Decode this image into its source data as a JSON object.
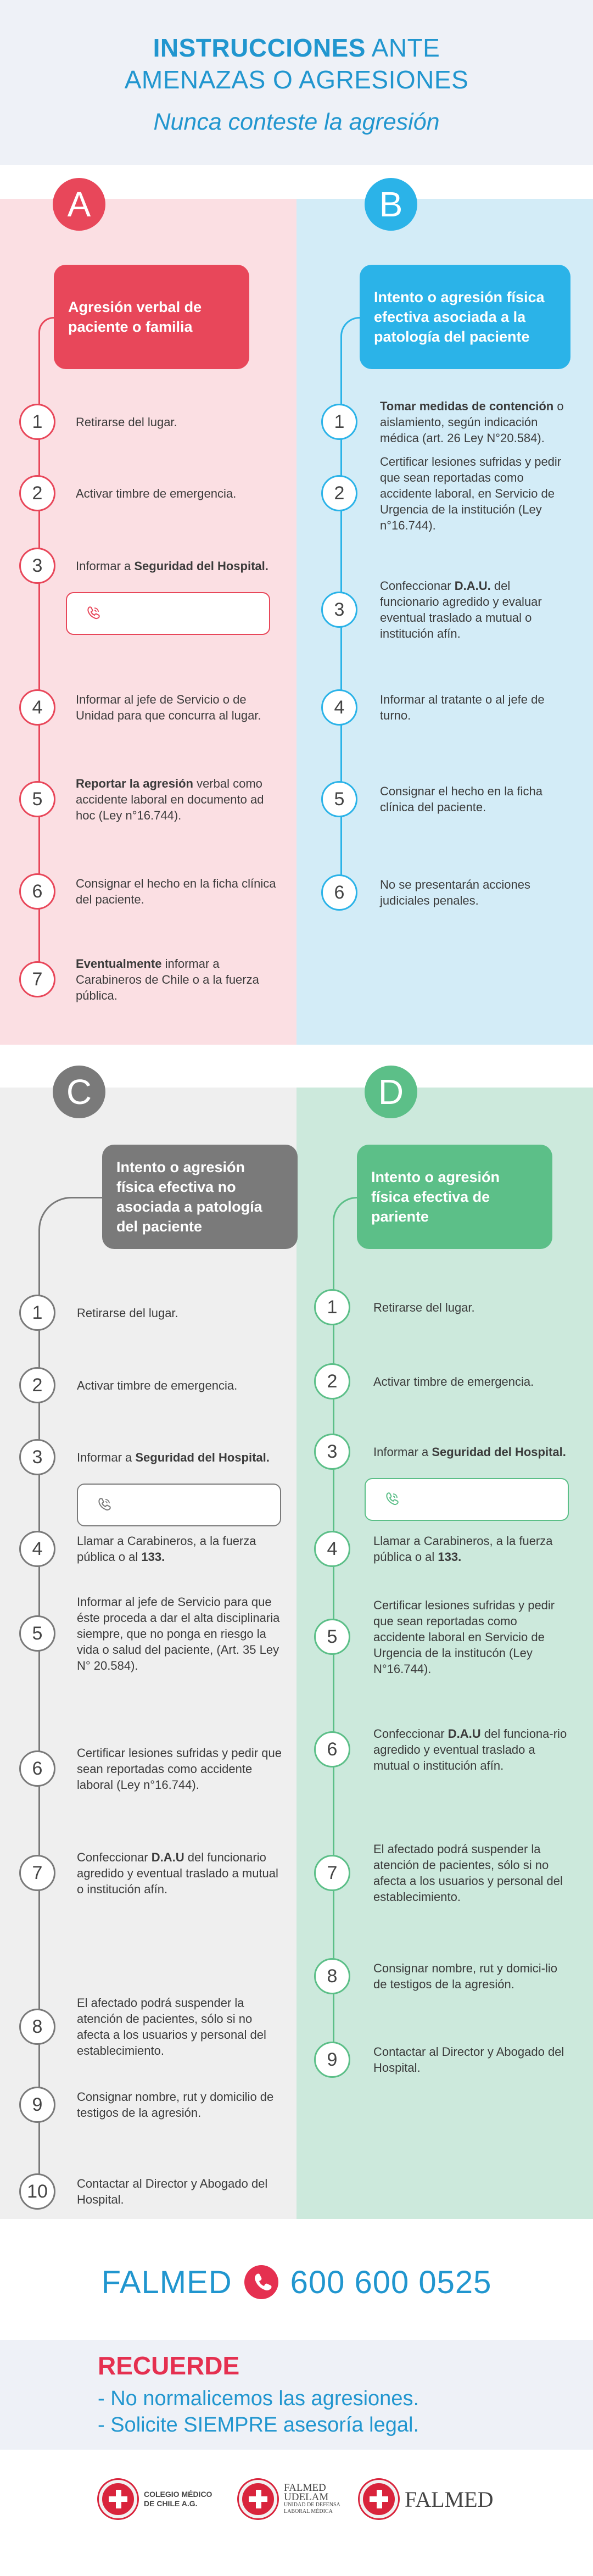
{
  "header": {
    "title_bold": "INSTRUCCIONES",
    "title_rest": " ANTE",
    "title_line2": "AMENAZAS O AGRESIONES",
    "subtitle": "Nunca conteste la agresión"
  },
  "colors": {
    "blue": "#2196cf",
    "red": "#e53050",
    "panel_a": "#fbdfe3",
    "panel_b": "#d3ecf7",
    "panel_c": "#efefef",
    "panel_d": "#cce9dc",
    "badge_a": "#e8475a",
    "badge_b": "#2bb3e8",
    "badge_c": "#7a7a7a",
    "badge_d": "#5cbf88"
  },
  "sections": {
    "a": {
      "letter": "A",
      "title": "Agresión verbal de paciente o familia",
      "steps": [
        {
          "n": "1",
          "text": "Retirarse del lugar."
        },
        {
          "n": "2",
          "text": "Activar timbre de emergencia."
        },
        {
          "n": "3",
          "pre": "Informar a ",
          "bold": "Seguridad del Hospital."
        },
        {
          "n": "4",
          "text": "Informar al jefe de Servicio o de Unidad para que concurra al lugar."
        },
        {
          "n": "5",
          "bold": "Reportar la agresión",
          "post": " verbal como accidente laboral en documento ad hoc (Ley n°16.744)."
        },
        {
          "n": "6",
          "text": "Consignar el hecho en la ficha clínica del paciente."
        },
        {
          "n": "7",
          "bold": "Eventualmente",
          "post": " informar a Carabineros de Chile o a la fuerza pública."
        }
      ]
    },
    "b": {
      "letter": "B",
      "title": "Intento o agresión física efectiva asociada a la patología del paciente",
      "steps": [
        {
          "n": "1",
          "bold": "Tomar medidas de contención",
          "post": " o aislamiento, según indicación médica (art. 26 Ley N°20.584)."
        },
        {
          "n": "2",
          "text": "Certificar lesiones sufridas y pedir que sean reportadas como accidente laboral, en Servicio de Urgencia de la institución (Ley n°16.744)."
        },
        {
          "n": "3",
          "pre": "Confeccionar ",
          "bold": "D.A.U.",
          "post": " del funcionario agredido y evaluar eventual traslado a mutual o institución afín."
        },
        {
          "n": "4",
          "text": "Informar al tratante o al jefe de turno."
        },
        {
          "n": "5",
          "text": "Consignar el hecho en la ficha clínica del paciente."
        },
        {
          "n": "6",
          "text": "No se presentarán acciones judiciales penales."
        }
      ]
    },
    "c": {
      "letter": "C",
      "title": "Intento o agresión física efectiva no asociada a patología del paciente",
      "steps": [
        {
          "n": "1",
          "text": "Retirarse del lugar."
        },
        {
          "n": "2",
          "text": "Activar timbre de emergencia."
        },
        {
          "n": "3",
          "pre": "Informar a ",
          "bold": "Seguridad del Hospital."
        },
        {
          "n": "4",
          "pre": "Llamar a Carabineros, a la fuerza pública o al ",
          "bold": "133."
        },
        {
          "n": "5",
          "text": "Informar al jefe de Servicio para que éste proceda a dar el alta disciplinaria siempre, que no ponga en riesgo la vida o salud del paciente, (Art. 35 Ley N° 20.584)."
        },
        {
          "n": "6",
          "text": "Certificar lesiones sufridas y pedir que sean reportadas como accidente laboral (Ley n°16.744)."
        },
        {
          "n": "7",
          "pre": "Confeccionar ",
          "bold": "D.A.U",
          "post": " del funcionario agredido y eventual traslado a mutual o institución afín."
        },
        {
          "n": "8",
          "text": "El afectado podrá suspender la atención de pacientes, sólo si no afecta a los usuarios y personal del establecimiento."
        },
        {
          "n": "9",
          "text": "Consignar nombre, rut y domicilio de testigos de la agresión."
        },
        {
          "n": "10",
          "text": "Contactar al Director y Abogado del Hospital."
        }
      ]
    },
    "d": {
      "letter": "D",
      "title": "Intento o agresión física efectiva de pariente",
      "steps": [
        {
          "n": "1",
          "text": "Retirarse del lugar."
        },
        {
          "n": "2",
          "text": "Activar timbre de emergencia."
        },
        {
          "n": "3",
          "pre": "Informar a ",
          "bold": "Seguridad del Hospital."
        },
        {
          "n": "4",
          "pre": "Llamar a Carabineros, a la fuerza pública o al ",
          "bold": "133."
        },
        {
          "n": "5",
          "text": "Certificar lesiones sufridas y pedir que sean reportadas como accidente laboral en Servicio de Urgencia de la institucón (Ley N°16.744)."
        },
        {
          "n": "6",
          "pre": "Confeccionar ",
          "bold": "D.A.U",
          "post": " del funciona-rio agredido y eventual traslado a mutual o institución afín."
        },
        {
          "n": "7",
          "text": "El afectado podrá suspender la atención de pacientes, sólo si no afecta a los usuarios y personal del establecimiento."
        },
        {
          "n": "8",
          "text": "Consignar nombre, rut y domici-lio de testigos de la agresión."
        },
        {
          "n": "9",
          "text": "Contactar al Director y Abogado del Hospital."
        }
      ]
    }
  },
  "contact": {
    "brand": "FALMED",
    "phone": "600 600 0525"
  },
  "recuerde": {
    "title": "RECUERDE",
    "items": [
      "- No normalicemos las agresiones.",
      "- Solicite SIEMPRE asesoría legal."
    ]
  },
  "logos": {
    "colegio_line1": "COLEGIO MÉDICO",
    "colegio_line2": "DE CHILE A.G.",
    "udelam_line1": "FALMED",
    "udelam_line2": "UDELAM",
    "udelam_line3": "UNIDAD DE DEFENSA",
    "udelam_line4": "LABORAL MÉDICA",
    "falmed": "FALMED"
  },
  "icons": {
    "phone_field": "phone-icon",
    "contact_phone": "phone-circle-icon"
  }
}
